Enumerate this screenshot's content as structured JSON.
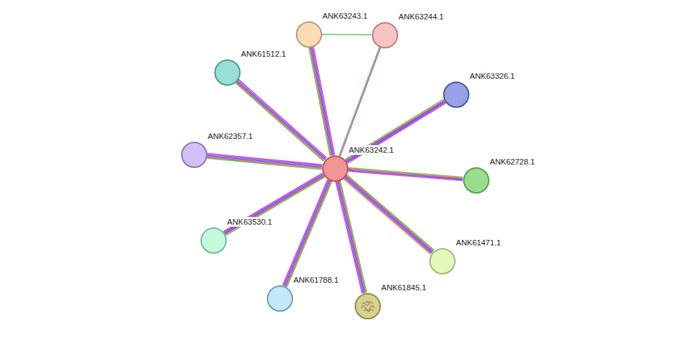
{
  "diagram": {
    "nodes": [
      {
        "text": [
          "ANK63243.1"
        ]
      },
      {
        "text": [
          "ANK63244.1"
        ]
      },
      {
        "text": [
          "ANK61512.1"
        ]
      },
      {
        "text": [
          "ANK63326.1"
        ]
      },
      {
        "text": [
          "ANK62357.1"
        ]
      },
      {
        "text": [
          "ANK63242.1"
        ]
      },
      {
        "text": [
          "ANK62728.1"
        ]
      },
      {
        "text": [
          "ANK63530.1"
        ]
      },
      {
        "text": [
          "ANK61471.1"
        ]
      },
      {
        "text": [
          "ANK61788.1"
        ]
      },
      {
        "text": [
          "ANK61845.1"
        ]
      }
    ],
    "edges": [
      {
        "from": 5,
        "to": 0,
        "arrow": "none"
      },
      {
        "from": 5,
        "to": 1,
        "arrow": "none"
      },
      {
        "from": 5,
        "to": 2,
        "arrow": "none"
      },
      {
        "from": 5,
        "to": 3,
        "arrow": "none"
      },
      {
        "from": 5,
        "to": 4,
        "arrow": "none"
      },
      {
        "from": 5,
        "to": 6,
        "arrow": "none"
      },
      {
        "from": 5,
        "to": 7,
        "arrow": "none"
      },
      {
        "from": 5,
        "to": 8,
        "arrow": "none"
      },
      {
        "from": 5,
        "to": 9,
        "arrow": "none"
      },
      {
        "from": 5,
        "to": 10,
        "arrow": "none"
      },
      {
        "from": 0,
        "to": 1,
        "arrow": "none"
      }
    ]
  }
}
